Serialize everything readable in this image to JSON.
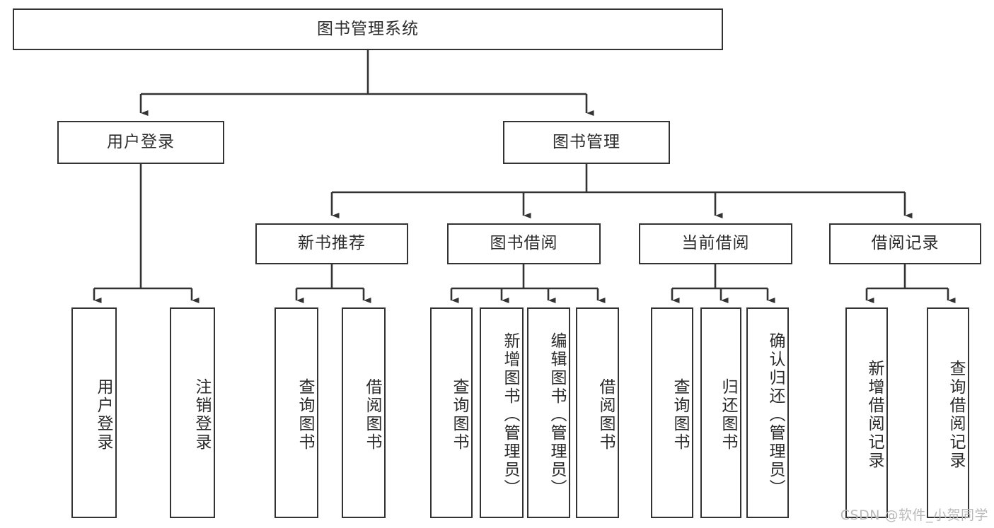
{
  "diagram": {
    "type": "tree-hierarchy-chart",
    "title": "图书管理系统",
    "colors": {
      "box_border": "#333333",
      "box_fill": "#ffffff",
      "edge": "#333333",
      "text": "#2b2b2b",
      "watermark": "#b9b9b9",
      "background": "#ffffff"
    },
    "root": {
      "label": "图书管理系统"
    },
    "level2": [
      {
        "label": "用户登录"
      },
      {
        "label": "图书管理"
      }
    ],
    "level3": [
      {
        "label": "新书推荐"
      },
      {
        "label": "图书借阅"
      },
      {
        "label": "当前借阅"
      },
      {
        "label": "借阅记录"
      }
    ],
    "leaves": {
      "user_login": [
        {
          "label": "用户登录"
        },
        {
          "label": "注销登录"
        }
      ],
      "new_book_recommend": [
        {
          "label": "查询图书"
        },
        {
          "label": "借阅图书"
        }
      ],
      "book_borrow": [
        {
          "label": "查询图书"
        },
        {
          "label": "新增图书（管理员）"
        },
        {
          "label": "编辑图书（管理员）"
        },
        {
          "label": "借阅图书"
        }
      ],
      "current_borrow": [
        {
          "label": "查询图书"
        },
        {
          "label": "归还图书"
        },
        {
          "label": "确认归还（管理员）"
        }
      ],
      "borrow_records": [
        {
          "label": "新增借阅记录"
        },
        {
          "label": "查询借阅记录"
        }
      ]
    },
    "watermark": "CSDN @软件_小贺同学"
  }
}
